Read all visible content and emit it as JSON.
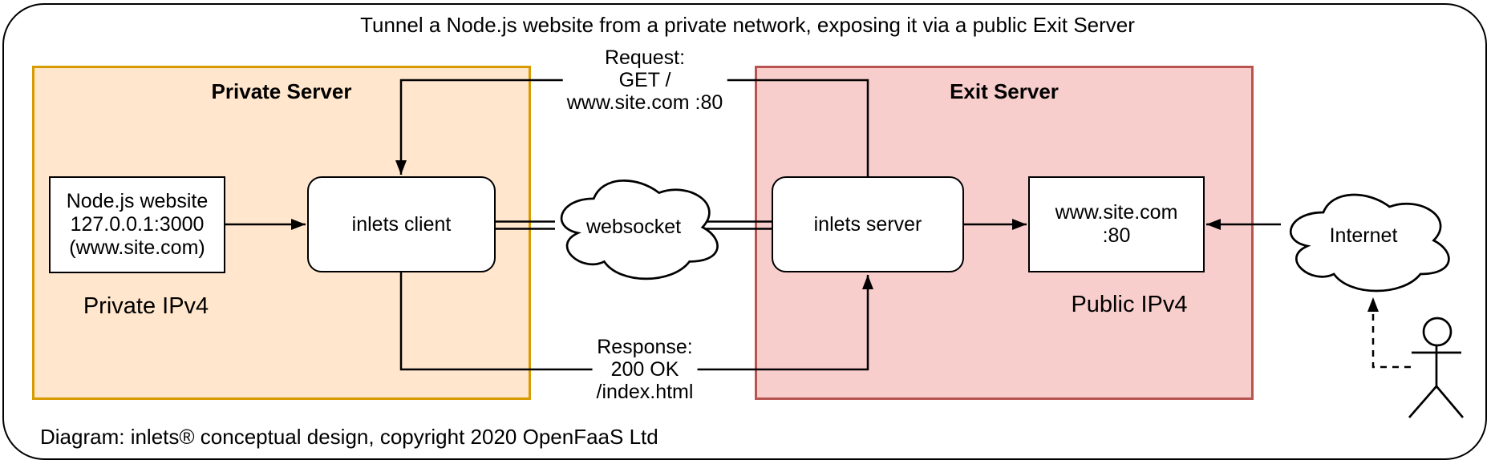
{
  "title": "Tunnel a Node.js website from a private network, exposing it via a public Exit Server",
  "groups": {
    "private": {
      "label": "Private Server",
      "ip_label": "Private IPv4"
    },
    "exit": {
      "label": "Exit Server",
      "ip_label": "Public IPv4"
    }
  },
  "nodes": {
    "nodejs": {
      "lines": [
        "Node.js website",
        "127.0.0.1:3000",
        "(www.site.com)"
      ]
    },
    "inlets_client": {
      "label": "inlets client"
    },
    "inlets_server": {
      "label": "inlets server"
    },
    "www": {
      "lines": [
        "www.site.com",
        ":80"
      ]
    }
  },
  "clouds": {
    "websocket": {
      "label": "websocket"
    },
    "internet": {
      "label": "Internet"
    }
  },
  "edges": {
    "request": {
      "lines": [
        "Request:",
        "GET /",
        "www.site.com :80"
      ]
    },
    "response": {
      "lines": [
        "Response:",
        "200 OK",
        "/index.html"
      ]
    }
  },
  "footer": "Diagram: inlets® conceptual design, copyright 2020 OpenFaaS Ltd",
  "colors": {
    "private_fill": "#FFE6CC",
    "private_border": "#D79B00",
    "exit_fill": "#F8CECC",
    "exit_border": "#B85450"
  }
}
